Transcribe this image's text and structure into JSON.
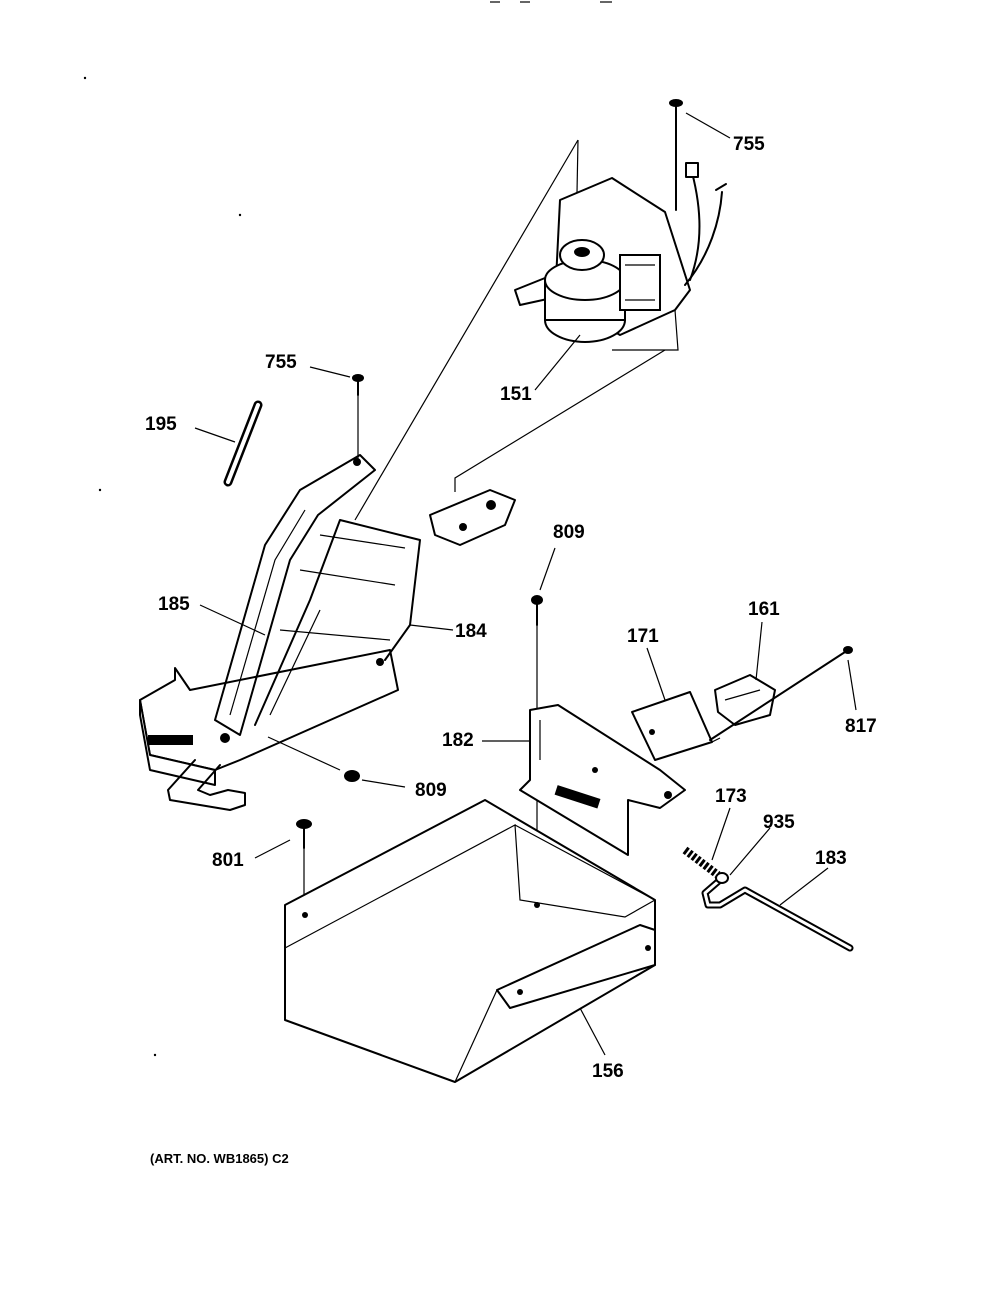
{
  "parts": {
    "p755_top": "755",
    "p151": "151",
    "p755_left": "755",
    "p195": "195",
    "p185": "185",
    "p184": "184",
    "p809_mid": "809",
    "p171": "171",
    "p161": "161",
    "p817": "817",
    "p182": "182",
    "p809_low": "809",
    "p173": "173",
    "p935": "935",
    "p183": "183",
    "p801": "801",
    "p156": "156"
  },
  "footer": "(ART. NO. WB1865) C2"
}
